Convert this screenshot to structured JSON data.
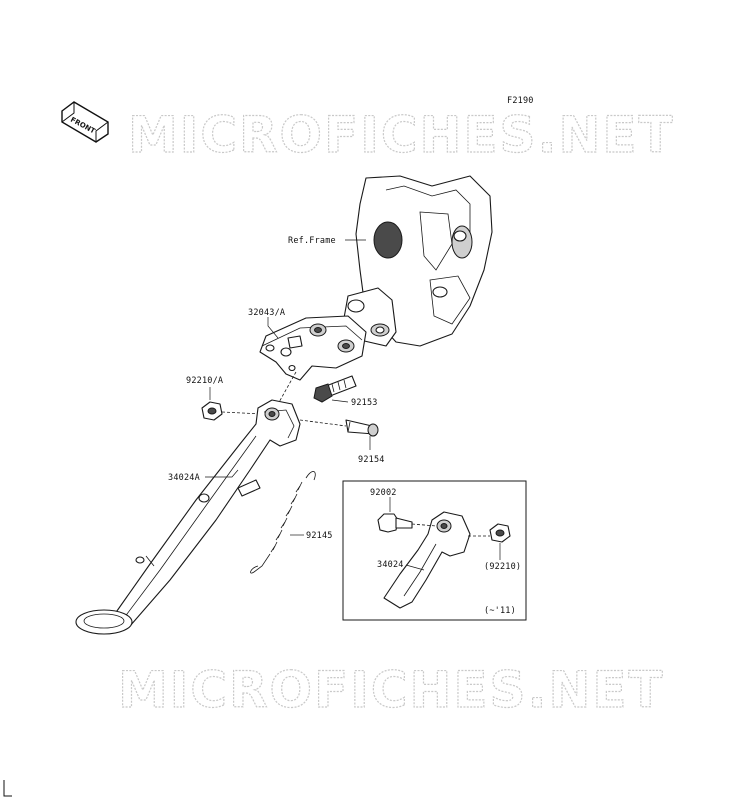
{
  "figure_code": "F2190",
  "front_label": "FRONT",
  "watermark": "MICROFICHES.NET",
  "callouts": {
    "ref_frame": "Ref.Frame",
    "p32043a": "32043/A",
    "p92210a": "92210/A",
    "p92153": "92153",
    "p92154": "92154",
    "p34024a": "34024A",
    "p92145": "92145",
    "p92002": "92002",
    "p34024": "34024",
    "p92210_paren": "(92210)",
    "inset_note": "(~'11)"
  }
}
